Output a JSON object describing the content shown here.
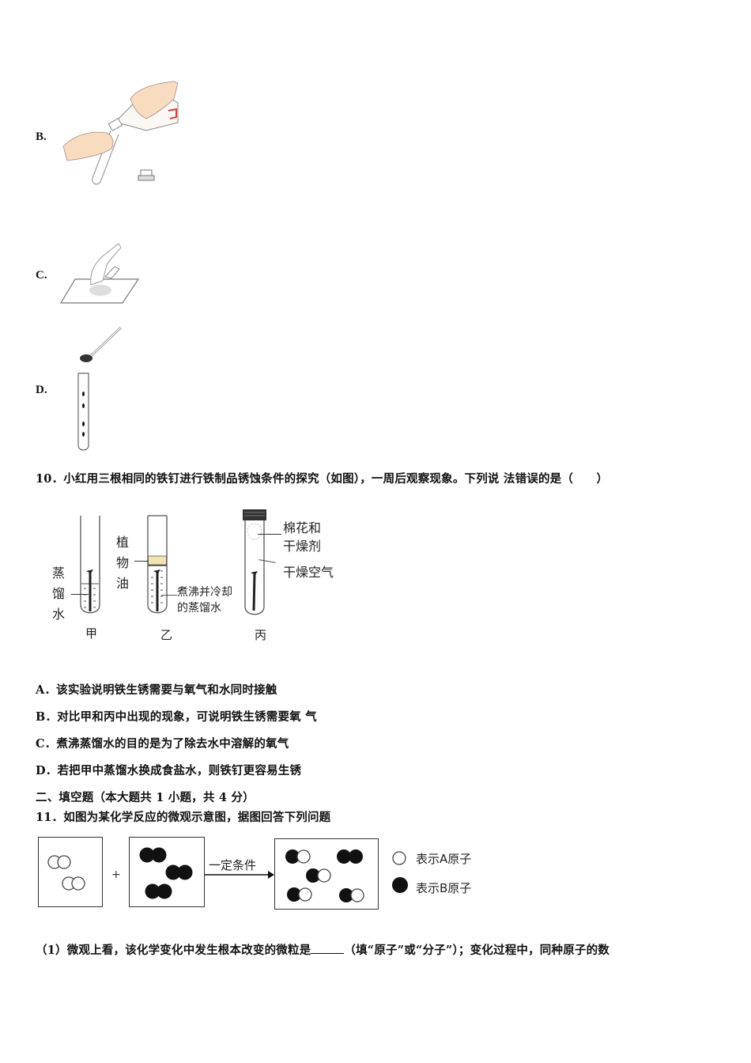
{
  "q9_options": {
    "B": {
      "label": "B.",
      "figure": "pouring-liquid-into-test-tube"
    },
    "C": {
      "label": "C.",
      "figure": "sprinkling-powder-on-paper"
    },
    "D": {
      "label": "D.",
      "figure": "spoon-adding-granules-to-upright-test-tube"
    }
  },
  "q10": {
    "stem": "10．小红用三根相同的铁钉进行铁制品锈蚀条件的探究（如图），一周后观察现象。下列说 法错误的是（　　）",
    "figure": {
      "tube_jia": {
        "name": "甲",
        "label": [
          "蒸",
          "馏",
          "水"
        ]
      },
      "tube_yi": {
        "name": "乙",
        "oil_label": [
          "植",
          "物",
          "油"
        ],
        "water_label_1": "煮沸并冷却",
        "water_label_2": "的蒸馏水"
      },
      "tube_bing": {
        "name": "丙",
        "label_cotton_1": "棉花和",
        "label_cotton_2": "干燥剂",
        "label_air": "干燥空气"
      },
      "colors": {
        "oil": "#f3e3b0",
        "ink": "#222222"
      }
    },
    "options": [
      {
        "letter": "A．",
        "text": "该实验说明铁生锈需要与氧气和水同时接触"
      },
      {
        "letter": "B．",
        "text": "对比甲和丙中出现的现象，可说明铁生锈需要氧 气"
      },
      {
        "letter": "C．",
        "text": "煮沸蒸馏水的目的是为了除去水中溶解的氧气"
      },
      {
        "letter": "D．",
        "text": "若把甲中蒸馏水换成食盐水，则铁钉更容易生锈"
      }
    ]
  },
  "section2": {
    "heading": "二、填空题（本大题共 1 小题，共 4 分）"
  },
  "q11": {
    "stem": "11．如图为某化学反应的微观示意图，据图回答下列问题",
    "figure": {
      "plus": "+",
      "arrow_label": "一定条件",
      "legend_a": "表示A原子",
      "legend_b": "表示B原子"
    },
    "sub1_part1": "（1）微观上看，该化学变化中发生根本改变的微粒是",
    "sub1_part2": "（填“原子”或“分子”）；变化过程中，同种原子的数"
  }
}
